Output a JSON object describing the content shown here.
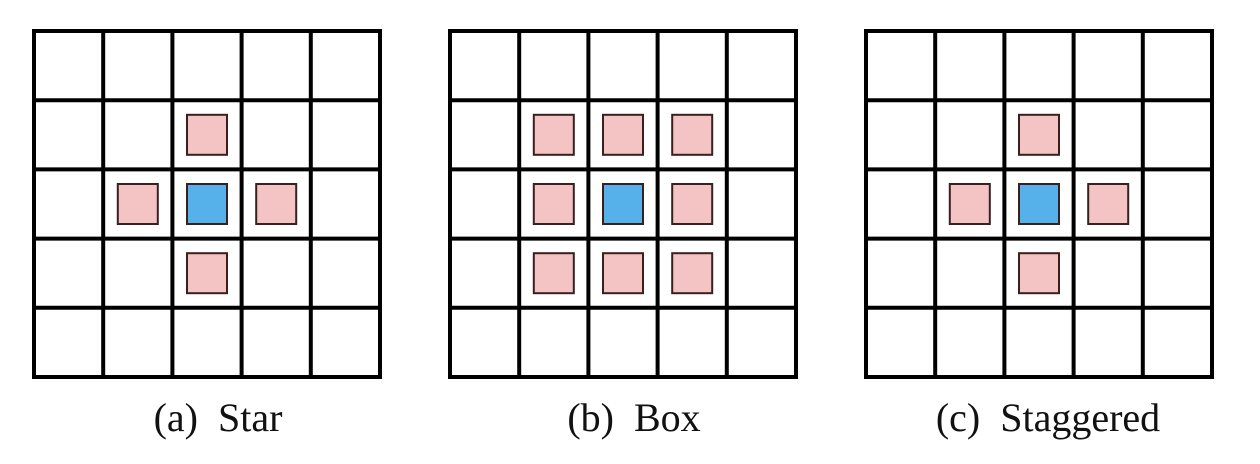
{
  "colors": {
    "grid_line": "#000000",
    "center_cell": "#56B0EA",
    "neighbor_cell": "#F4C4C4",
    "cell_border": "#3a1f1f"
  },
  "panels": [
    {
      "caption": "(a)  Star",
      "grid_size": 5,
      "center": [
        2,
        2
      ],
      "neighbors": [
        [
          1,
          2
        ],
        [
          2,
          1
        ],
        [
          2,
          3
        ],
        [
          3,
          2
        ]
      ],
      "on_grid_points": false
    },
    {
      "caption": "(b)  Box",
      "grid_size": 5,
      "center": [
        2,
        2
      ],
      "neighbors": [
        [
          1,
          1
        ],
        [
          1,
          2
        ],
        [
          1,
          3
        ],
        [
          2,
          1
        ],
        [
          2,
          3
        ],
        [
          3,
          1
        ],
        [
          3,
          2
        ],
        [
          3,
          3
        ]
      ],
      "on_grid_points": false
    },
    {
      "caption": "(c)  Staggered",
      "grid_size": 5,
      "center": [
        2,
        2
      ],
      "neighbors": [
        [
          1,
          2
        ],
        [
          2,
          1
        ],
        [
          2,
          3
        ],
        [
          3,
          2
        ]
      ],
      "on_grid_points": true
    }
  ]
}
